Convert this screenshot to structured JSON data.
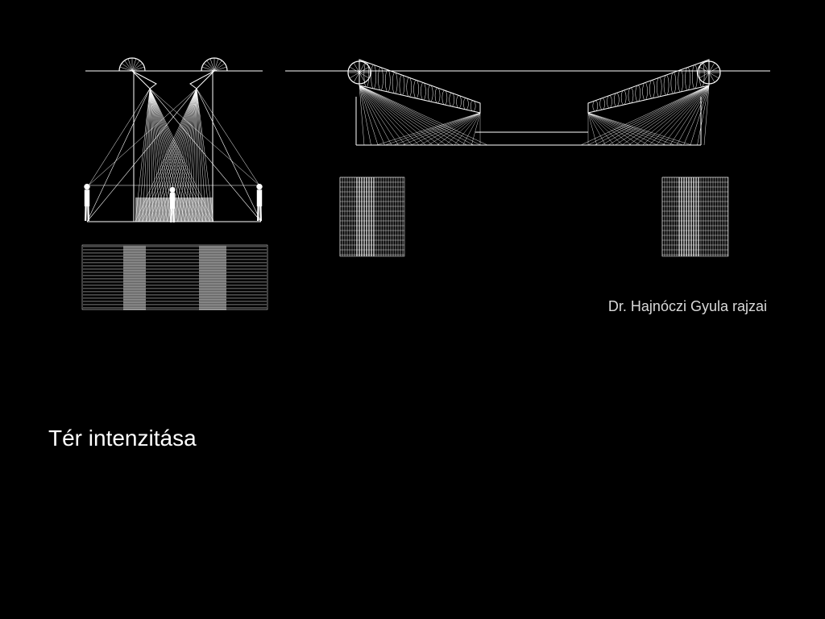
{
  "slide": {
    "background": "#000000",
    "line_color": "#ffffff",
    "credit": "Dr.  Hajnóczi Gyula rajzai",
    "title": "Tér intenzitása"
  },
  "figures": {
    "left": {
      "kind": "drawing",
      "subject": "vertical space section with two spotlights, three human figures and dense hatching strip below"
    },
    "right": {
      "kind": "drawing",
      "subject": "wide space section with two horizontal rotated cones and two hatching blocks"
    }
  }
}
